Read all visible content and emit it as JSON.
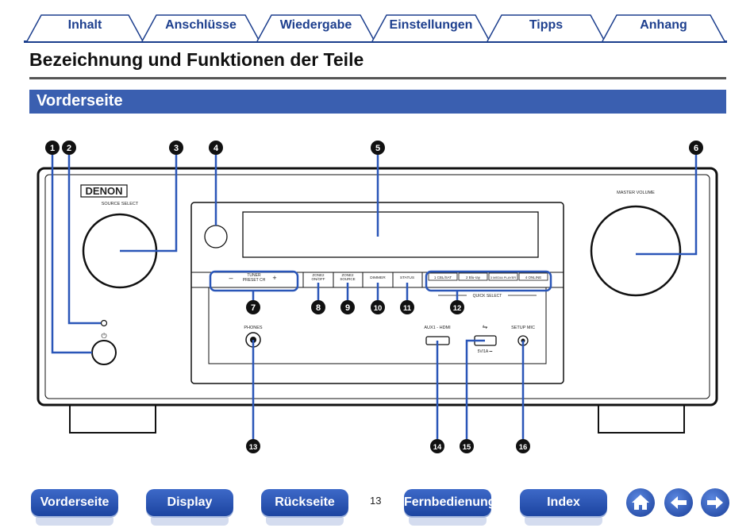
{
  "tabs": [
    {
      "label": "Inhalt"
    },
    {
      "label": "Anschlüsse"
    },
    {
      "label": "Wiedergabe"
    },
    {
      "label": "Einstellungen"
    },
    {
      "label": "Tipps"
    },
    {
      "label": "Anhang"
    }
  ],
  "page_title": "Bezeichnung und Funktionen der Teile",
  "section_title": "Vorderseite",
  "callouts": [
    "1",
    "2",
    "3",
    "4",
    "5",
    "6",
    "7",
    "8",
    "9",
    "10",
    "11",
    "12",
    "13",
    "14",
    "15",
    "16"
  ],
  "device": {
    "brand": "DENON",
    "source_select": "SOURCE SELECT",
    "master_volume": "MASTER VOLUME",
    "power_symbol": "⏻",
    "tuner_minus": "–",
    "tuner_plus": "+",
    "tuner_line1": "TUNER",
    "tuner_line2": "PRESET CH",
    "zone2_onoff_1": "ZONE2",
    "zone2_onoff_2": "ON/OFF",
    "zone2_source_1": "ZONE2",
    "zone2_source_2": "SOURCE",
    "dimmer": "DIMMER",
    "status": "STATUS",
    "quick_select_buttons": [
      "1  CBL/SAT",
      "2  Blu-ray",
      "3  MEDIA PLAYER",
      "4  ONLINE"
    ],
    "quick_select_label": "QUICK SELECT",
    "phones": "PHONES",
    "aux_hdmi": "AUX1 - HDMI",
    "usb_symbol": "⇋",
    "usb_rating": "5V/1A ⎓",
    "setup_mic": "SETUP MIC"
  },
  "page_number": "13",
  "bottom_nav": [
    {
      "label": "Vorderseite"
    },
    {
      "label": "Display"
    },
    {
      "label": "Rückseite"
    },
    {
      "label": "Fernbedienung"
    },
    {
      "label": "Index"
    }
  ],
  "icons": {
    "home": "home-icon",
    "back": "arrow-left-icon",
    "forward": "arrow-right-icon"
  },
  "colors": {
    "nav_blue": "#1d3f8e",
    "section_bar": "#3a5fb0",
    "callout_line": "#2a56b8"
  }
}
